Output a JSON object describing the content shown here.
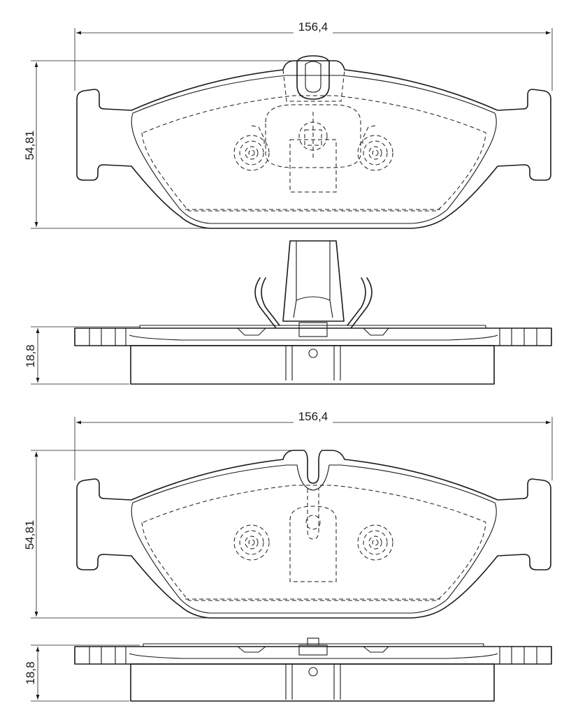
{
  "dimensions": {
    "top_view_width": "156,4",
    "top_view_height": "54,81",
    "top_side_thickness": "18,8",
    "bottom_view_width": "156,4",
    "bottom_view_height": "54,81",
    "bottom_side_thickness": "18,8"
  },
  "colors": {
    "line": "#1a1a1a",
    "background": "#ffffff"
  }
}
